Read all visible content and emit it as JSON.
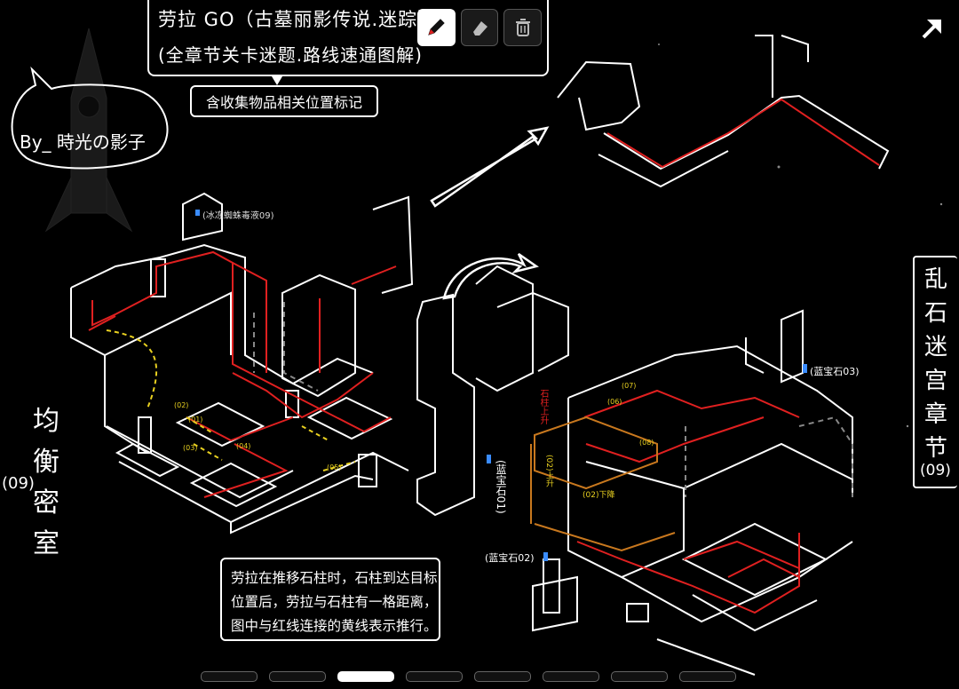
{
  "header": {
    "title_line1": "劳拉 GO（古墓丽影传说.迷踪）",
    "title_line2": "(全章节关卡迷题.路线速通图解)",
    "subtitle": "含收集物品相关位置标记"
  },
  "author": {
    "label": "By_ 時光の影子"
  },
  "level": {
    "name": "均衡密室",
    "number": "(09)"
  },
  "chapter": {
    "name": "乱石迷宫章节",
    "number": "(09)"
  },
  "note": {
    "lines": [
      "劳拉在推移石柱时，石柱到达目标",
      "位置后，劳拉与石柱有一格距离，",
      "图中与红线连接的黄线表示推行。"
    ]
  },
  "labels": {
    "collectible_top": "(冰冻蜘蛛毒液09)",
    "gem_top_right": "(蓝宝石03)",
    "gem_middle": "(蓝宝石01)",
    "gem_bottom": "(蓝宝石02)",
    "lift_up": "石柱上升",
    "lift_label": "(02)上升",
    "lift_label2": "(02)下降",
    "steps": [
      "(01)",
      "(02)",
      "(03)",
      "(04)",
      "(05)",
      "(06)",
      "(07)",
      "(08)"
    ]
  },
  "toolbar": {
    "tools": [
      {
        "icon": "pen-icon",
        "active": true
      },
      {
        "icon": "eraser-icon",
        "active": false
      },
      {
        "icon": "trash-icon",
        "active": false
      }
    ]
  },
  "pager": {
    "count": 8,
    "active_index": 2
  },
  "colors": {
    "background": "#000000",
    "line": "#ffffff",
    "route": "#e02020",
    "push": "#e8d020",
    "lift": "#c8781e",
    "gem": "#3a8cff"
  }
}
